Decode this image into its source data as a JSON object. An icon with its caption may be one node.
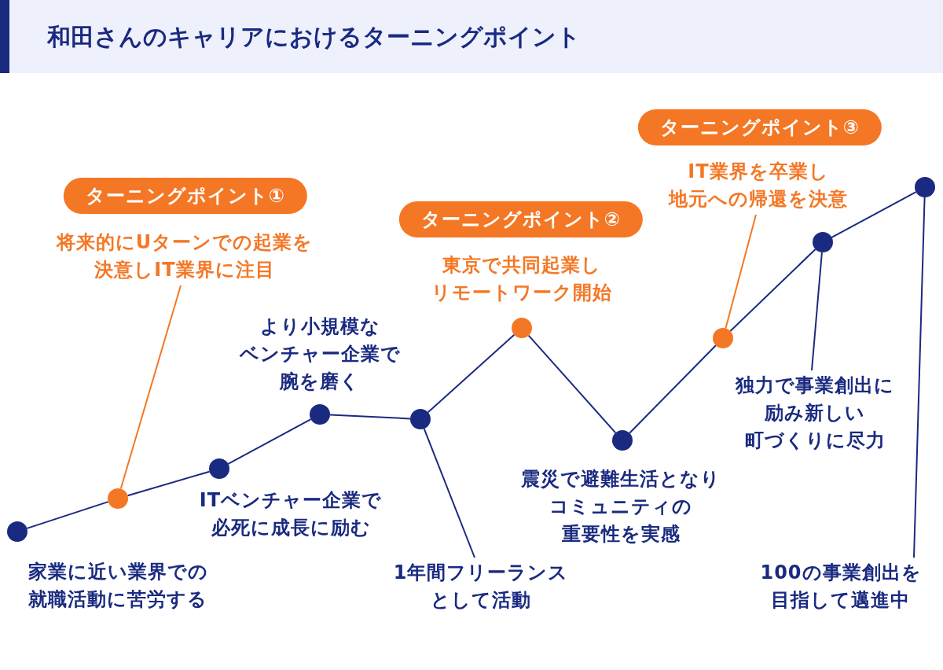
{
  "diagram": {
    "title": "和田さんのキャリアにおけるターニングポイント",
    "nodes": [
      {
        "text": [],
        "shape": "circle",
        "beside": [
          "家業に近い業界での就職活動に苦労する"
        ]
      },
      {
        "text": [],
        "shape": "circle"
      },
      {
        "text": [],
        "shape": "circle",
        "beside": [
          "ITベンチャー企業で必死に成長に励む"
        ]
      },
      {
        "text": [],
        "shape": "circle",
        "beside": [
          "より小規模なベンチャー企業で腕を磨く"
        ]
      },
      {
        "text": [],
        "shape": "circle"
      },
      {
        "text": [],
        "shape": "circle",
        "beside": [
          "東京で共同起業しリモートワーク開始"
        ]
      },
      {
        "text": [],
        "shape": "circle",
        "beside": [
          "震災で避難生活となりコミュニティの重要性を実感"
        ]
      },
      {
        "text": [],
        "shape": "circle"
      },
      {
        "text": [],
        "shape": "circle"
      },
      {
        "text": [],
        "shape": "circle"
      },
      {
        "text": [
          "ターニングポイント①"
        ]
      },
      {
        "text": [
          "将来的にUターンでの起業を決意しIT業界に注目"
        ]
      },
      {
        "text": [
          "ターニングポイント②"
        ]
      },
      {
        "text": [
          "ターニングポイント③"
        ]
      },
      {
        "text": [
          "IT業界を卒業し地元への帰還を決意"
        ]
      },
      {
        "text": [
          "1年間フリーランスとして活動"
        ]
      },
      {
        "text": [
          "独力で事業創出に励み新しい町づくりに尽力"
        ]
      },
      {
        "text": [
          "100の事業創出を目指して邁進中"
        ]
      }
    ],
    "edges": [
      {
        "from": 0,
        "to": 1,
        "arrow": "none"
      },
      {
        "from": 1,
        "to": 2,
        "arrow": "none"
      },
      {
        "from": 2,
        "to": 3,
        "arrow": "none"
      },
      {
        "from": 3,
        "to": 4,
        "arrow": "none"
      },
      {
        "from": 4,
        "to": 5,
        "arrow": "none"
      },
      {
        "from": 5,
        "to": 6,
        "arrow": "none"
      },
      {
        "from": 6,
        "to": 7,
        "arrow": "none"
      },
      {
        "from": 7,
        "to": 8,
        "arrow": "none"
      },
      {
        "from": 8,
        "to": 9,
        "arrow": "none"
      },
      {
        "from": 11,
        "to": 1,
        "arrow": "none",
        "color": "#f47725"
      },
      {
        "from": 15,
        "to": 4,
        "arrow": "none"
      },
      {
        "from": 14,
        "to": 7,
        "arrow": "none",
        "color": "#f47725"
      },
      {
        "from": 16,
        "to": 8,
        "arrow": "none"
      },
      {
        "from": 17,
        "to": 9,
        "arrow": "none"
      }
    ]
  }
}
